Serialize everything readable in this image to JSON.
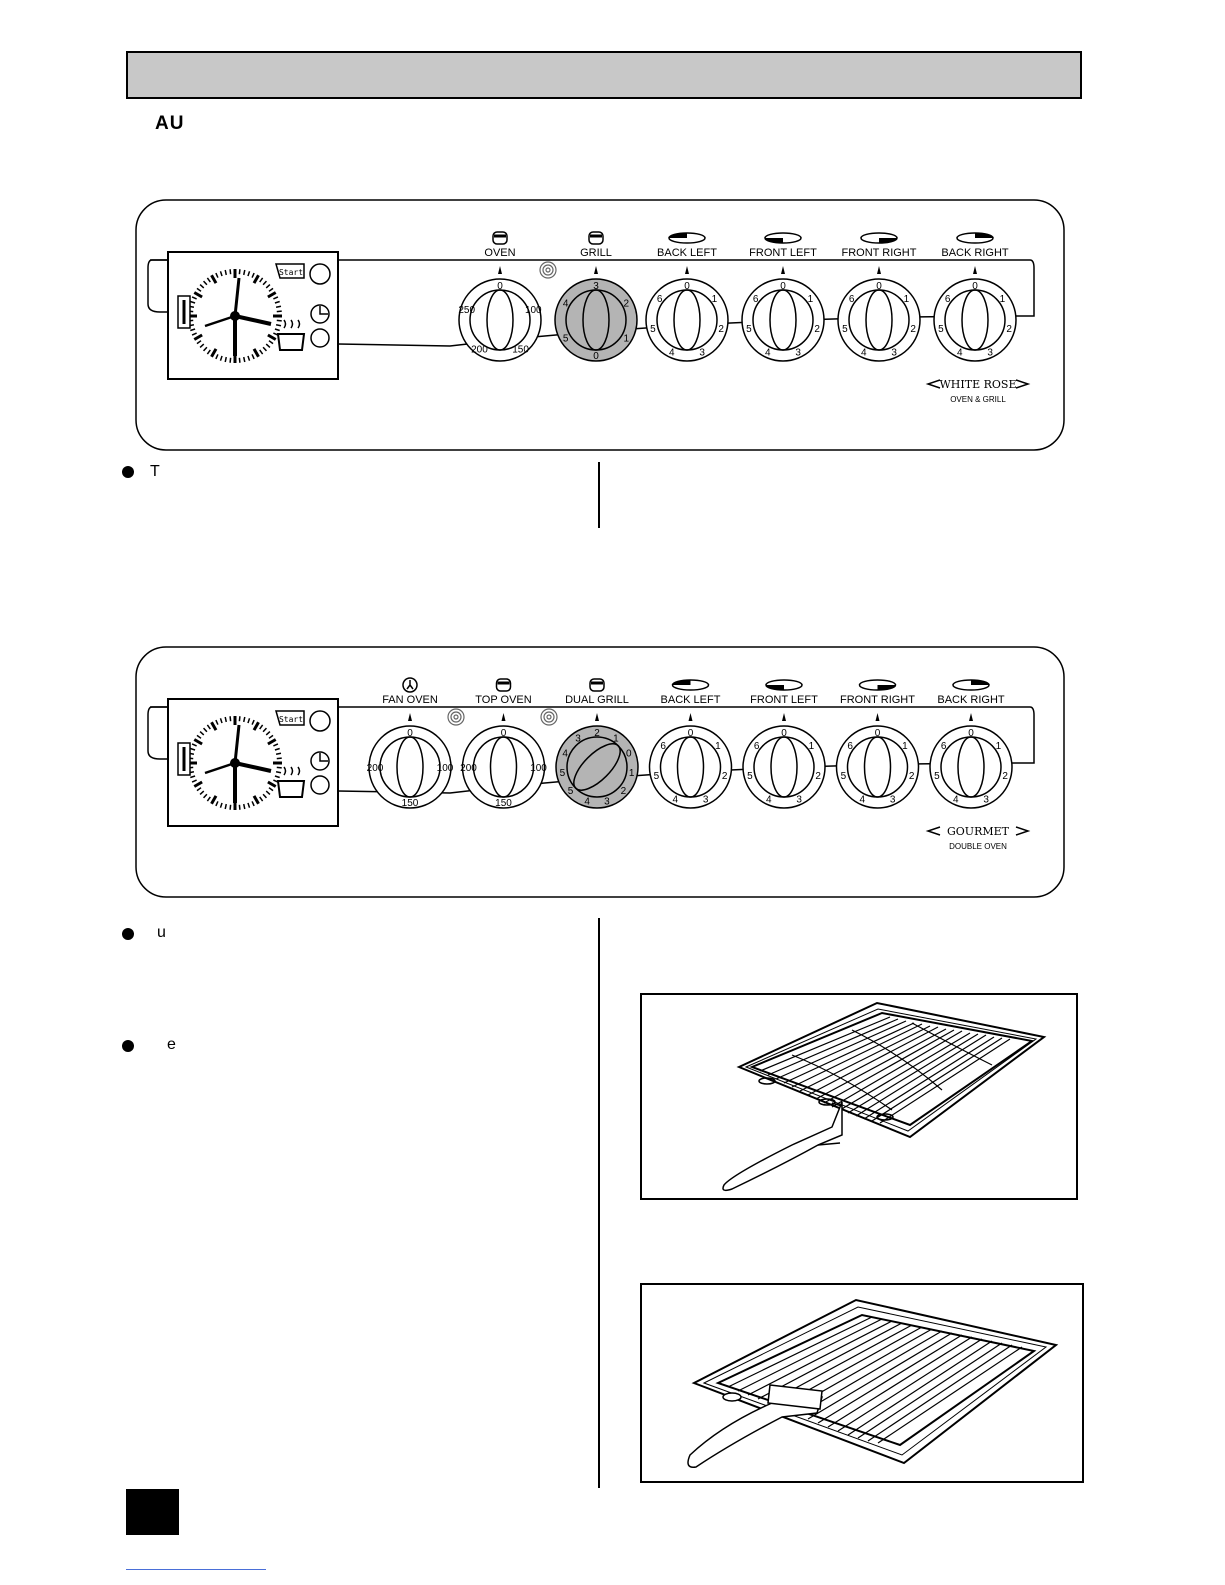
{
  "page": {
    "heading": "AU",
    "bullets": [
      "T",
      "u",
      "e"
    ]
  },
  "panels": [
    {
      "id": "white-rose",
      "brand": "WHITE ROSE",
      "subtitle": "OVEN & GRILL",
      "timer_start_label": "Start",
      "knobs": [
        {
          "label": "OVEN",
          "type": "oven",
          "icon": "oven-symbol-icon",
          "scale": [
            "0",
            "100",
            "150",
            "200",
            "250"
          ]
        },
        {
          "label": "GRILL",
          "type": "grill",
          "icon": "grill-symbol-icon",
          "scale": [
            "3",
            "2",
            "1",
            "0",
            "5",
            "4"
          ]
        },
        {
          "label": "BACK LEFT",
          "type": "hob",
          "icon": "hob-back-left-icon",
          "scale": [
            "0",
            "1",
            "2",
            "3",
            "4",
            "5",
            "6"
          ]
        },
        {
          "label": "FRONT LEFT",
          "type": "hob",
          "icon": "hob-front-left-icon",
          "scale": [
            "0",
            "1",
            "2",
            "3",
            "4",
            "5",
            "6"
          ]
        },
        {
          "label": "FRONT RIGHT",
          "type": "hob",
          "icon": "hob-front-right-icon",
          "scale": [
            "0",
            "1",
            "2",
            "3",
            "4",
            "5",
            "6"
          ]
        },
        {
          "label": "BACK RIGHT",
          "type": "hob",
          "icon": "hob-back-right-icon",
          "scale": [
            "0",
            "1",
            "2",
            "3",
            "4",
            "5",
            "6"
          ]
        }
      ]
    },
    {
      "id": "gourmet",
      "brand": "GOURMET",
      "subtitle": "DOUBLE OVEN",
      "timer_start_label": "Start",
      "knobs": [
        {
          "label": "FAN OVEN",
          "type": "oven",
          "icon": "fan-symbol-icon",
          "scale": [
            "0",
            "100",
            "150",
            "200"
          ]
        },
        {
          "label": "TOP OVEN",
          "type": "oven",
          "icon": "oven-symbol-icon",
          "scale": [
            "0",
            "100",
            "150",
            "200"
          ]
        },
        {
          "label": "DUAL GRILL",
          "type": "dualgrill",
          "icon": "grill-symbol-icon",
          "scale": [
            "2",
            "1",
            "0",
            "1",
            "2",
            "3",
            "4",
            "5",
            "5",
            "4",
            "3"
          ]
        },
        {
          "label": "BACK LEFT",
          "type": "hob",
          "icon": "hob-back-left-icon",
          "scale": [
            "0",
            "1",
            "2",
            "3",
            "4",
            "5",
            "6"
          ]
        },
        {
          "label": "FRONT LEFT",
          "type": "hob",
          "icon": "hob-front-left-icon",
          "scale": [
            "0",
            "1",
            "2",
            "3",
            "4",
            "5",
            "6"
          ]
        },
        {
          "label": "FRONT RIGHT",
          "type": "hob",
          "icon": "hob-front-right-icon",
          "scale": [
            "0",
            "1",
            "2",
            "3",
            "4",
            "5",
            "6"
          ]
        },
        {
          "label": "BACK RIGHT",
          "type": "hob",
          "icon": "hob-back-right-icon",
          "scale": [
            "0",
            "1",
            "2",
            "3",
            "4",
            "5",
            "6"
          ]
        }
      ]
    }
  ],
  "figures": [
    {
      "name": "grill-pan-handle-fitting-figure",
      "icon": "grill-pan-with-handle-icon"
    },
    {
      "name": "grill-pan-handle-fitted-figure",
      "icon": "grill-pan-with-handle-icon"
    }
  ],
  "colors": {
    "header_bar": "#c8c8c8",
    "grill_knob": "#b4b4b4",
    "line": "#000000"
  }
}
